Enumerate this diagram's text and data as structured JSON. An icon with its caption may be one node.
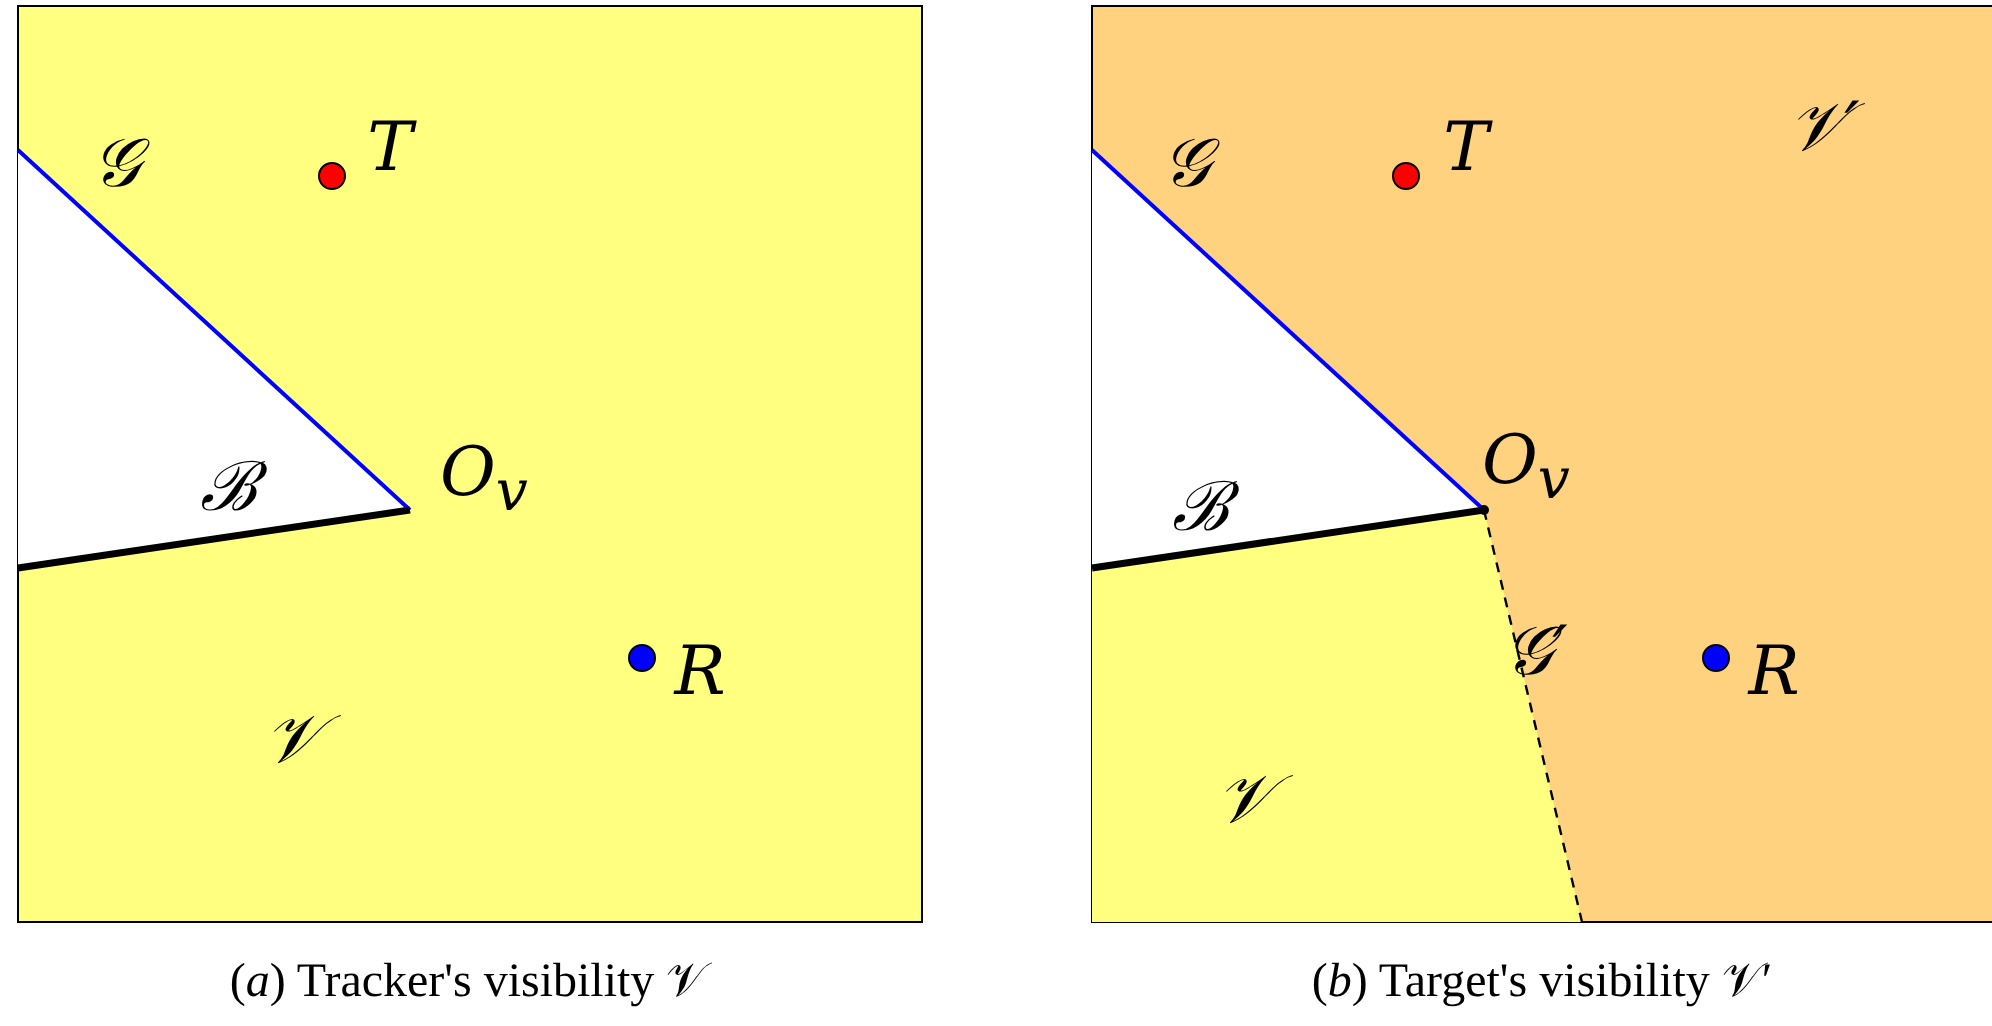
{
  "diagram": {
    "labels": [
      "𝒢",
      "T",
      "ℬ",
      "O$_{v}$",
      "R",
      "𝒱",
      "𝒢",
      "T",
      "𝒱′",
      "ℬ",
      "O$_{v}$",
      "𝒢′",
      "R",
      "𝒱",
      "(*a*) Tracker's visibility 𝒱",
      "(*b*) Target's visibility 𝒱′"
    ]
  }
}
